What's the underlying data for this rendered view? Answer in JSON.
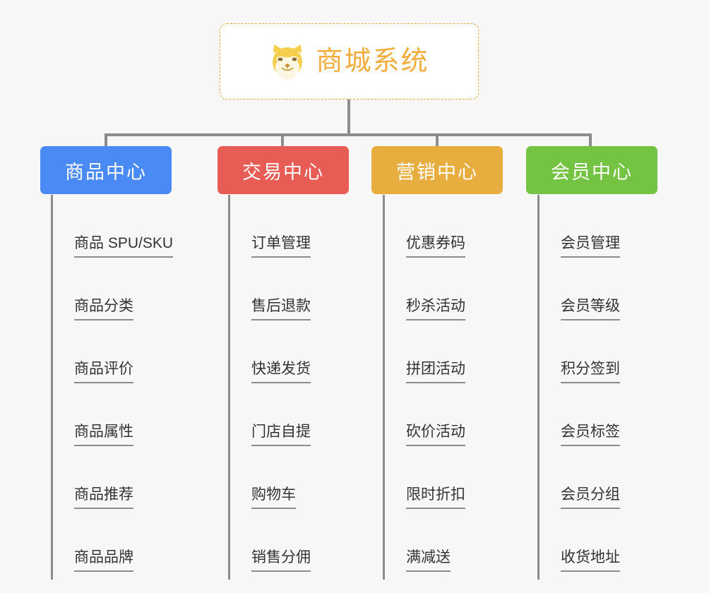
{
  "root": {
    "title": "商城系统",
    "icon": "shiba-dog-icon",
    "border_color": "#e5a83c",
    "text_color": "#f2ad3c"
  },
  "colors": {
    "background": "#f7f7f7",
    "connector": "#8c8c8c",
    "leaf_text": "#333333"
  },
  "columns": [
    {
      "title": "商品中心",
      "color": "#4a8af4",
      "items": [
        "商品 SPU/SKU",
        "商品分类",
        "商品评价",
        "商品属性",
        "商品推荐",
        "商品品牌"
      ]
    },
    {
      "title": "交易中心",
      "color": "#e85c56",
      "items": [
        "订单管理",
        "售后退款",
        "快递发货",
        "门店自提",
        "购物车",
        "销售分佣"
      ]
    },
    {
      "title": "营销中心",
      "color": "#e8ad3f",
      "items": [
        "优惠券码",
        "秒杀活动",
        "拼团活动",
        "砍价活动",
        "限时折扣",
        "满减送"
      ]
    },
    {
      "title": "会员中心",
      "color": "#74c342",
      "items": [
        "会员管理",
        "会员等级",
        "积分签到",
        "会员标签",
        "会员分组",
        "收货地址"
      ]
    }
  ]
}
